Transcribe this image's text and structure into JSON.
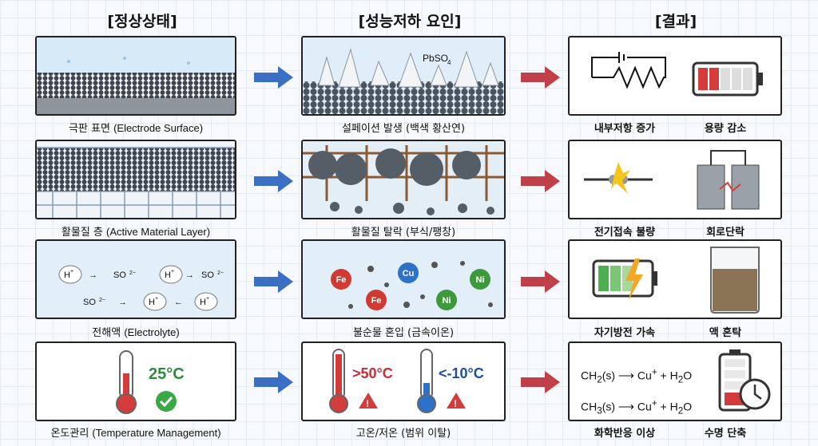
{
  "headers": {
    "normal": "[정상상태]",
    "cause": "[성능저하 요인]",
    "result": "[결과]"
  },
  "rows": [
    {
      "normal_caption_ko": "극판 표면",
      "normal_caption_en": "(Electrode Surface)",
      "cause_caption": "설페이션 발생 (백색 황산연)",
      "cause_label": "PbSO",
      "results": [
        "내부저항 증가",
        "용량 감소"
      ]
    },
    {
      "normal_caption_ko": "활물질 층",
      "normal_caption_en": "(Active Material Layer)",
      "cause_caption": "활물질 탈락 (부식/팽창)",
      "results": [
        "전기접속 불량",
        "회로단락"
      ]
    },
    {
      "normal_caption_ko": "전해액",
      "normal_caption_en": "(Electrolyte)",
      "cause_caption": "불순물 혼입 (금속이온)",
      "results": [
        "자기방전 가속",
        "액 혼탁"
      ]
    },
    {
      "normal_caption_ko": "온도관리",
      "normal_caption_en": "(Temperature Management)",
      "cause_caption": "고온/저온 (범위 이탈)",
      "results": [
        "화학반응 이상",
        "수명 단축"
      ]
    }
  ],
  "electrolyte": {
    "h": "H",
    "so4": "SO",
    "so4_charge": "2−"
  },
  "ions": {
    "fe": "Fe",
    "cu": "Cu",
    "ni": "Ni"
  },
  "temperature": {
    "normal": "25°C",
    "high": ">50°C",
    "low": "<-10°C"
  },
  "reactions": [
    {
      "left": "CH",
      "sub": "2",
      "state": "(s)",
      "right": "Cu",
      "plus": " + H",
      "h2o_sub": "2",
      "o": "O"
    },
    {
      "left": "CH",
      "sub": "3",
      "state": "(s)",
      "right": "Cu",
      "plus": " + H",
      "h2o_sub": "2",
      "o": "O"
    }
  ],
  "colors": {
    "blue_arrow": "#3a6fc4",
    "red_arrow": "#c0404a"
  }
}
